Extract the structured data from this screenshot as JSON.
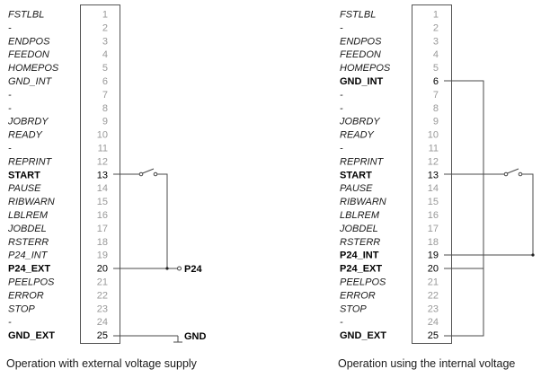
{
  "panels": [
    {
      "id": "external",
      "caption": "Operation with external voltage supply",
      "pins": [
        {
          "num": "1",
          "signal": "FSTLBL",
          "active": false
        },
        {
          "num": "2",
          "signal": "-",
          "active": false
        },
        {
          "num": "3",
          "signal": "ENDPOS",
          "active": false
        },
        {
          "num": "4",
          "signal": "FEEDON",
          "active": false
        },
        {
          "num": "5",
          "signal": "HOMEPOS",
          "active": false
        },
        {
          "num": "6",
          "signal": "GND_INT",
          "active": false
        },
        {
          "num": "7",
          "signal": "-",
          "active": false
        },
        {
          "num": "8",
          "signal": "-",
          "active": false
        },
        {
          "num": "9",
          "signal": "JOBRDY",
          "active": false
        },
        {
          "num": "10",
          "signal": "READY",
          "active": false
        },
        {
          "num": "11",
          "signal": "-",
          "active": false
        },
        {
          "num": "12",
          "signal": "REPRINT",
          "active": false
        },
        {
          "num": "13",
          "signal": "START",
          "active": true
        },
        {
          "num": "14",
          "signal": "PAUSE",
          "active": false
        },
        {
          "num": "15",
          "signal": "RIBWARN",
          "active": false
        },
        {
          "num": "16",
          "signal": "LBLREM",
          "active": false
        },
        {
          "num": "17",
          "signal": "JOBDEL",
          "active": false
        },
        {
          "num": "18",
          "signal": "RSTERR",
          "active": false
        },
        {
          "num": "19",
          "signal": "P24_INT",
          "active": false
        },
        {
          "num": "20",
          "signal": "P24_EXT",
          "active": true
        },
        {
          "num": "21",
          "signal": "PEELPOS",
          "active": false
        },
        {
          "num": "22",
          "signal": "ERROR",
          "active": false
        },
        {
          "num": "23",
          "signal": "STOP",
          "active": false
        },
        {
          "num": "24",
          "signal": "-",
          "active": false
        },
        {
          "num": "25",
          "signal": "GND_EXT",
          "active": true
        }
      ],
      "external_labels": {
        "p24": "P24",
        "gnd": "GND"
      }
    },
    {
      "id": "internal",
      "caption": "Operation using the internal voltage",
      "pins": [
        {
          "num": "1",
          "signal": "FSTLBL",
          "active": false
        },
        {
          "num": "2",
          "signal": "-",
          "active": false
        },
        {
          "num": "3",
          "signal": "ENDPOS",
          "active": false
        },
        {
          "num": "4",
          "signal": "FEEDON",
          "active": false
        },
        {
          "num": "5",
          "signal": "HOMEPOS",
          "active": false
        },
        {
          "num": "6",
          "signal": "GND_INT",
          "active": true
        },
        {
          "num": "7",
          "signal": "-",
          "active": false
        },
        {
          "num": "8",
          "signal": "-",
          "active": false
        },
        {
          "num": "9",
          "signal": "JOBRDY",
          "active": false
        },
        {
          "num": "10",
          "signal": "READY",
          "active": false
        },
        {
          "num": "11",
          "signal": "-",
          "active": false
        },
        {
          "num": "12",
          "signal": "REPRINT",
          "active": false
        },
        {
          "num": "13",
          "signal": "START",
          "active": true
        },
        {
          "num": "14",
          "signal": "PAUSE",
          "active": false
        },
        {
          "num": "15",
          "signal": "RIBWARN",
          "active": false
        },
        {
          "num": "16",
          "signal": "LBLREM",
          "active": false
        },
        {
          "num": "17",
          "signal": "JOBDEL",
          "active": false
        },
        {
          "num": "18",
          "signal": "RSTERR",
          "active": false
        },
        {
          "num": "19",
          "signal": "P24_INT",
          "active": true
        },
        {
          "num": "20",
          "signal": "P24_EXT",
          "active": true
        },
        {
          "num": "21",
          "signal": "PEELPOS",
          "active": false
        },
        {
          "num": "22",
          "signal": "ERROR",
          "active": false
        },
        {
          "num": "23",
          "signal": "STOP",
          "active": false
        },
        {
          "num": "24",
          "signal": "-",
          "active": false
        },
        {
          "num": "25",
          "signal": "GND_EXT",
          "active": true
        }
      ]
    }
  ]
}
